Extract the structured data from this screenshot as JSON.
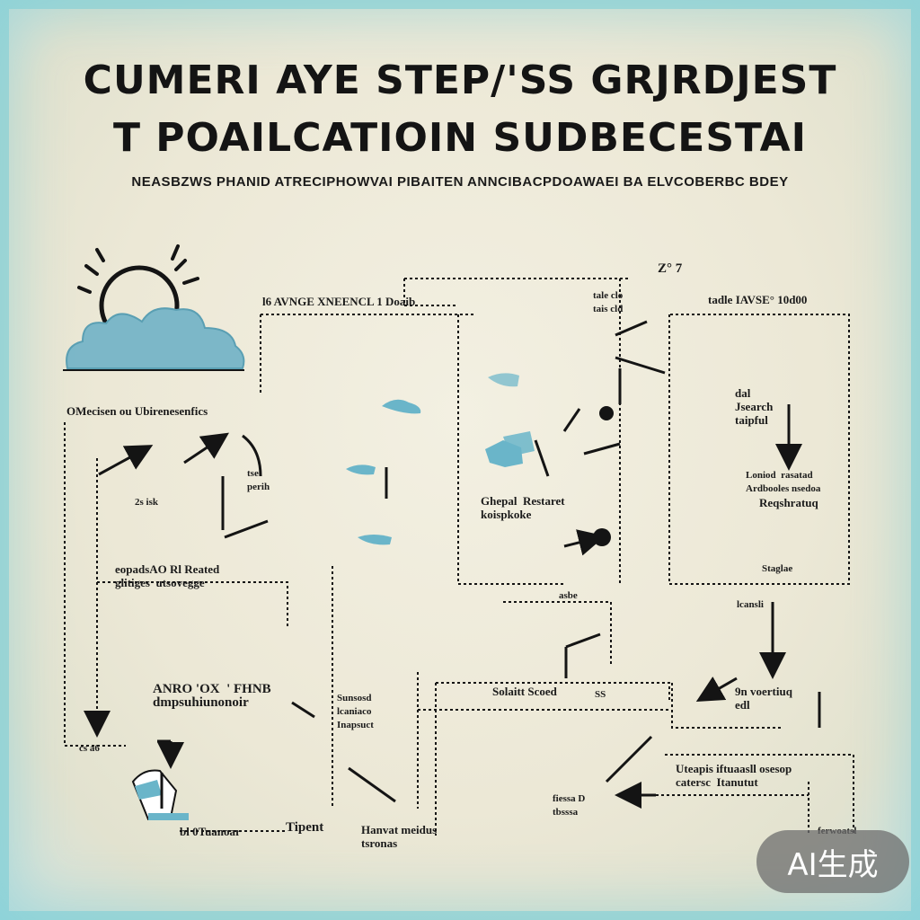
{
  "title": {
    "line1": "CUMERI AYE STEP/'SS GRJRDJEST",
    "line2": "T  POAILCATIOIN SUDBECESTAI",
    "subtitle": "NEASBZWS PHANID ATRECIPHOWVAI PIBAITEN ANNCIBACPDOAWAEI BA ELVCOBERBC BDEY"
  },
  "labels": {
    "top_mid": "l6 AVNGE  XNEENCL 1 Doaib",
    "top_right_small": "Z° 7",
    "tc_small": "tale clo\ntais cld",
    "top_right": "tadle  IAVSE°  10d00",
    "left_header": "OMecisen ou Ubirenesenfics",
    "left_small_a": "tse\nperih",
    "left_small_b": "2s isk",
    "mid_box": "Ghepal  Restaret\nkoispkoke",
    "right_search": "dal\nJsearch\ntaipful",
    "right_small": "Loniod  rasatad\nArdbooles nsedoa",
    "right_box": "Reqshratuq",
    "right_below": "Staglae",
    "left_mid": "eopadsAO Rl Reated\nglitiges  utsovegge",
    "mid_lower": "asbe",
    "right_lower": "lcansli",
    "left_lower": "ANRO 'OX  ' FHNB\ndmpsuhiunonoir",
    "center_small": "Sunsosd\nlcaniaco\nInapsuct",
    "center_row": "Solaitt  Scoed",
    "center_row_b": "SS",
    "right_mid": "9n voertiuq\nedl",
    "bottom_right": "Uteapis iftuaasll osesop\ncatersc  Itanutut",
    "bottom_mid_left": "fiessa D\ntbsssa",
    "bottom_right_end": "ferwoatsl",
    "bottom_left": "bl 0Tuanoar",
    "bottom_left2": "Tipent",
    "bottom_center": "Hanvat meidus\ntsronas",
    "lower_left_tiny": "cs  a6"
  },
  "watermark": "AI生成",
  "colors": {
    "ink": "#141414",
    "accent": "#6ab5c9",
    "paper": "#ece8d6",
    "edge": "#7acdd8"
  }
}
